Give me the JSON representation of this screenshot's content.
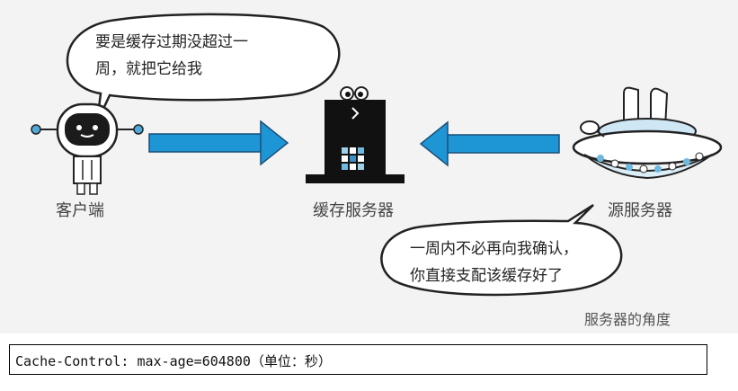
{
  "diagram": {
    "client_label": "客户端",
    "cache_label": "缓存服务器",
    "origin_label": "源服务器",
    "client_bubble": {
      "line1": "要是缓存过期没超过一",
      "line2": "周，就把它给我"
    },
    "origin_bubble": {
      "line1": "一周内不必再向我确认，",
      "line2": "你直接支配该缓存好了"
    },
    "caption": "服务器的角度",
    "arrow_color": "#1e96d6"
  },
  "code": {
    "text": "Cache-Control: max-age=604800（单位：秒）"
  }
}
